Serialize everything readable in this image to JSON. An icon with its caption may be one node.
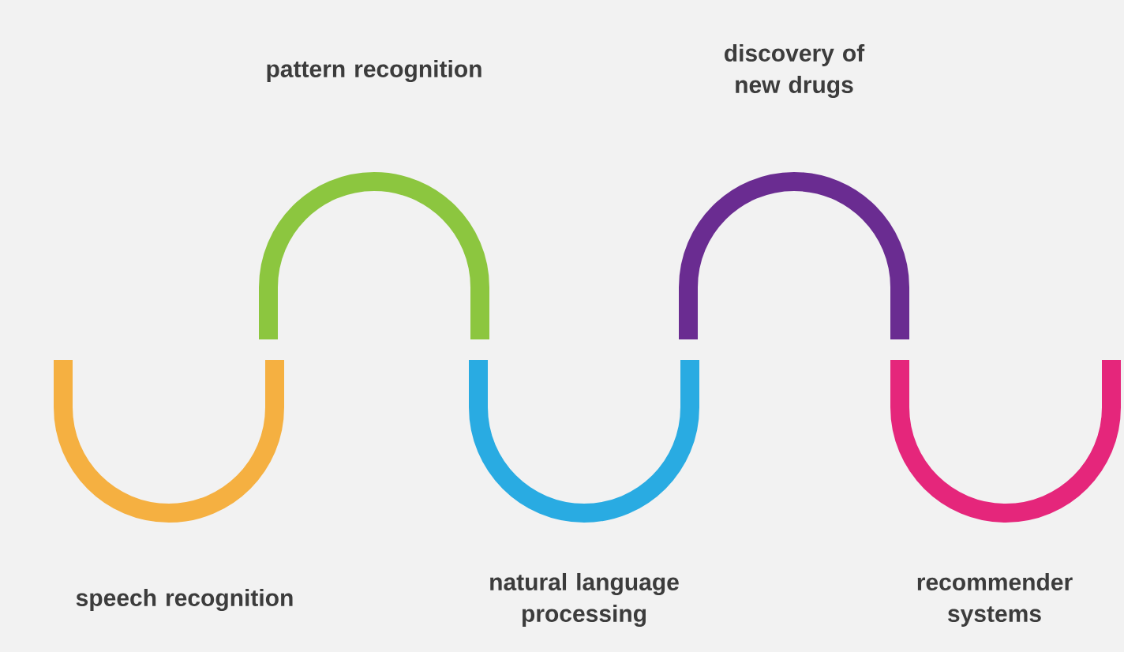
{
  "diagram": {
    "labels": [
      "pattern recognition",
      "discovery of new drugs",
      "speech recognition",
      "natural language processing",
      "recommender systems"
    ]
  }
}
